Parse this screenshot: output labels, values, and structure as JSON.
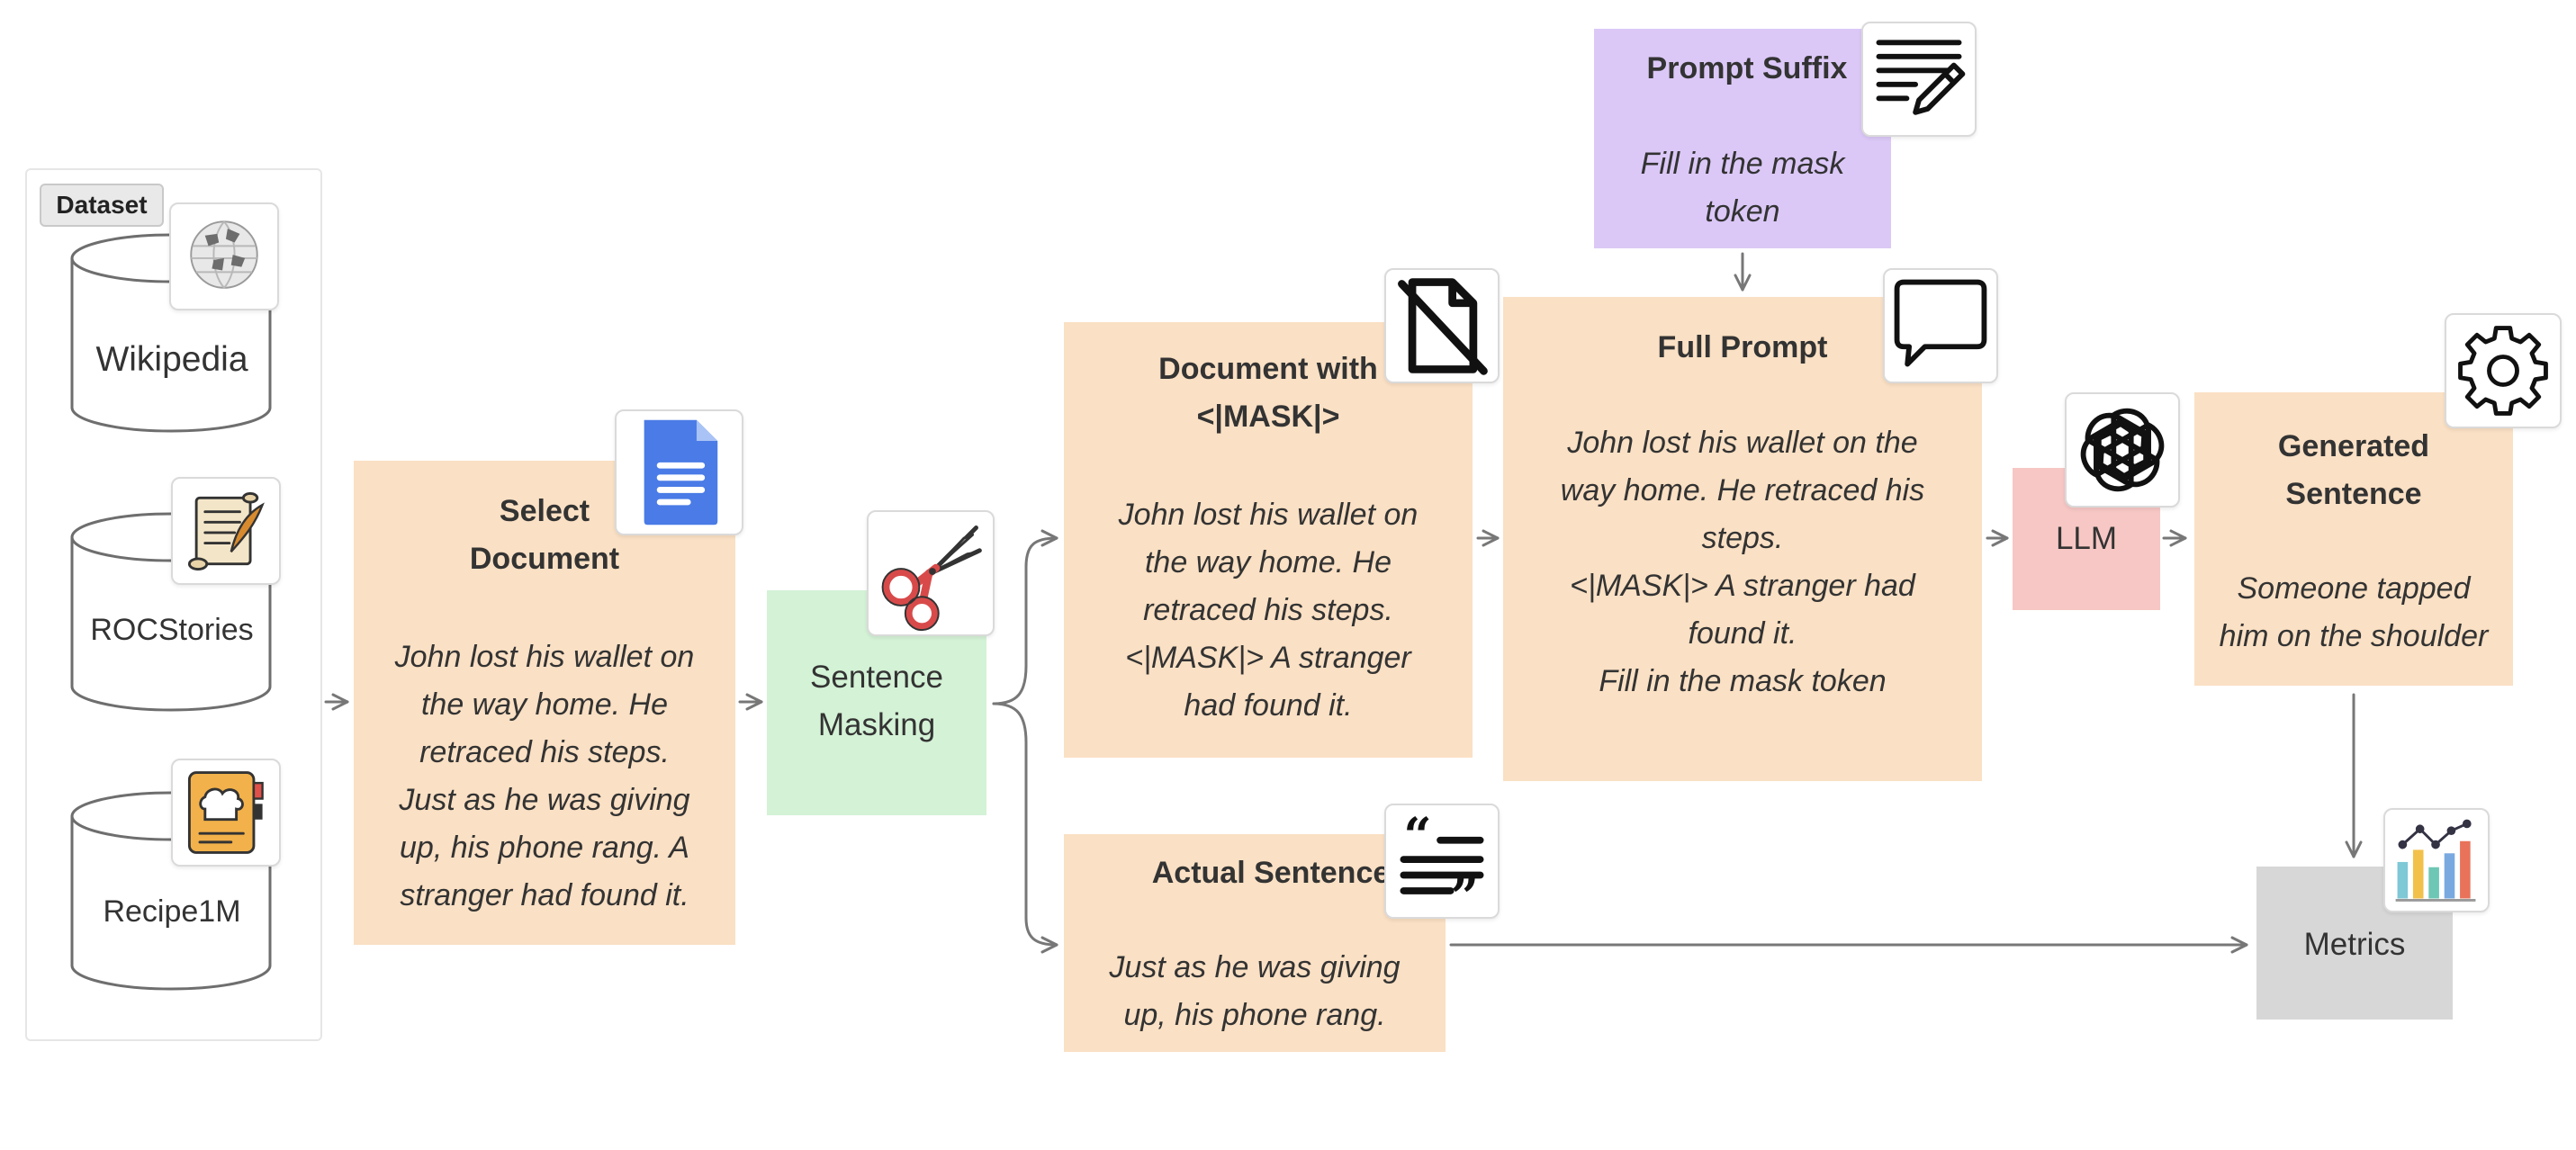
{
  "dataset": {
    "tag": "Dataset",
    "items": [
      {
        "label": "Wikipedia",
        "icon": "wikipedia-globe-icon"
      },
      {
        "label": "ROCStories",
        "icon": "scroll-quill-icon"
      },
      {
        "label": "Recipe1M",
        "icon": "recipe-book-icon"
      }
    ]
  },
  "select_document": {
    "title": "Select\nDocument",
    "body": "John lost his wallet on\nthe way home. He\nretraced his steps.\nJust as he was giving\nup, his phone rang. A\nstranger had found it.",
    "icon": "google-docs-icon"
  },
  "sentence_masking": {
    "label": "Sentence\nMasking",
    "icon": "scissors-icon"
  },
  "document_with_mask": {
    "title": "Document with\n<|MASK|>",
    "body": "John lost his wallet on\nthe way home. He\nretraced his steps.\n<|MASK|> A stranger\nhad found it.",
    "icon": "crossed-document-icon"
  },
  "actual_sentence": {
    "title": "Actual Sentence",
    "body": "Just as he was giving\nup, his phone rang.",
    "icon": "quote-icon"
  },
  "prompt_suffix": {
    "title": "Prompt Suffix",
    "body": "Fill in the mask\ntoken",
    "icon": "pencil-note-icon"
  },
  "full_prompt": {
    "title": "Full Prompt",
    "body": "John lost his wallet on the\nway home. He retraced his\nsteps.\n<|MASK|> A stranger had\nfound it.\nFill in the mask token",
    "icon": "speech-bubble-icon"
  },
  "llm": {
    "label": "LLM",
    "icon": "openai-logo-icon"
  },
  "generated_sentence": {
    "title": "Generated\nSentence",
    "body": "Someone tapped\nhim on the shoulder",
    "icon": "gear-icon"
  },
  "metrics": {
    "label": "Metrics",
    "icon": "bar-line-chart-icon"
  },
  "colors": {
    "orange_box": "#fae0c4",
    "purple_box": "#dbc8f7",
    "green_box": "#d4f2d6",
    "red_box": "#f6c7c4",
    "grey_box": "#d7d7d7",
    "arrow": "#777777"
  }
}
